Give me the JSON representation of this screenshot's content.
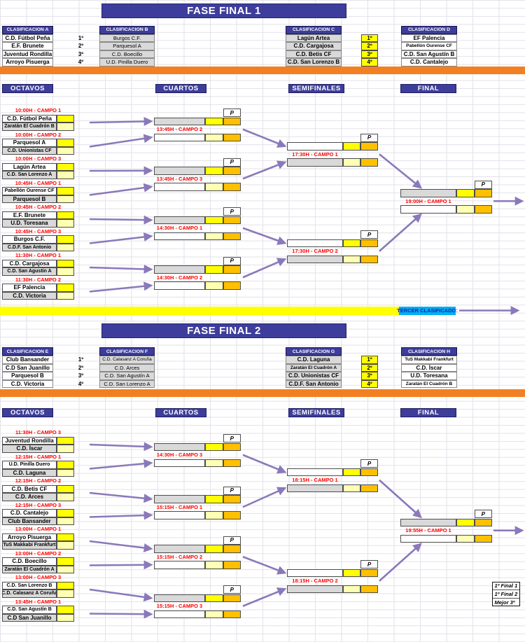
{
  "round_headers": [
    "OCTAVOS",
    "CUARTOS",
    "SEMIFINALES",
    "FINAL"
  ],
  "p_label": "P",
  "legend": {
    "items": [
      "1º Final 1",
      "1º Final 2",
      "Mejor 3º"
    ]
  },
  "fase1": {
    "title": "FASE FINAL 1",
    "tercer_label": "TERCER CLASIFICADO:",
    "classifications": [
      {
        "name": "CLASIFICACION A",
        "row_style": "white",
        "font_style": "bold",
        "pos_style": "plain",
        "teams": [
          "C.D. Fútbol Peña",
          "E.F. Brunete",
          "Juventud Rondilla",
          "Arroyo Pisuerga"
        ],
        "positions": [
          "1º",
          "2º",
          "3º",
          "4º"
        ]
      },
      {
        "name": "CLASIFICACION B",
        "row_style": "gray",
        "font_style": "regular",
        "teams": [
          "Burgos C.F.",
          "Parquesol A",
          "C.D. Boecillo",
          "U.D. Pinilla Duero"
        ]
      },
      {
        "name": "CLASIFICACION C",
        "row_style": "gray",
        "font_style": "bold",
        "pos_style": "yellow",
        "teams": [
          "Lagún Artea",
          "C.D. Cargajosa",
          "C.D. Betis CF",
          "C.D. San Lorenzo B"
        ],
        "positions": [
          "1º",
          "2º",
          "3º",
          "4º"
        ]
      },
      {
        "name": "CLASIFICACION D",
        "row_style": "white",
        "font_style": "bold",
        "teams": [
          "EF Palencia",
          "Pabellón Ourense CF",
          "C.D. San Agustín B",
          "C.D. Cantalejo"
        ]
      }
    ],
    "octavos": [
      {
        "time": "10:00H - CAMPO 1",
        "team1": "C.D. Fútbol Peña",
        "team2": "Zaratán El Cuadrón B"
      },
      {
        "time": "10:00H - CAMPO 2",
        "team1": "Parquesol A",
        "team2": "C.D. Unionistas CF"
      },
      {
        "time": "10:00H - CAMPO 3",
        "team1": "Lagún Artea",
        "team2": "C.D. San Lorenzo A"
      },
      {
        "time": "10:45H - CAMPO 1",
        "team1": "Pabellón Ourense CF",
        "team2": "Parquesol B"
      },
      {
        "time": "10:45H - CAMPO 2",
        "team1": "E.F. Brunete",
        "team2": "U.D. Toresana"
      },
      {
        "time": "10:45H - CAMPO 3",
        "team1": "Burgos C.F.",
        "team2": "C.D.F. San Antonio"
      },
      {
        "time": "11:30H - CAMPO 1",
        "team1": "C.D. Cargajosa",
        "team2": "C.D. San Agustín A"
      },
      {
        "time": "11:30H - CAMPO 2",
        "team1": "EF Palencia",
        "team2": "C.D. Victoria"
      }
    ],
    "cuartos_times": [
      "13:45H - CAMPO 2",
      "13:45H - CAMPO 3",
      "14:30H - CAMPO 1",
      "14:30H - CAMPO 2"
    ],
    "semifinales_times": [
      "17:30H - CAMPO 1",
      "17:30H - CAMPO 2"
    ],
    "final_time": "19:00H - CAMPO 1"
  },
  "fase2": {
    "title": "FASE FINAL 2",
    "classifications": [
      {
        "name": "CLASIFICACION E",
        "row_style": "white",
        "font_style": "bold",
        "pos_style": "plain",
        "teams": [
          "Club Bansander",
          "C.D San Juanillo",
          "Parquesol B",
          "C.D. Victoria"
        ],
        "positions": [
          "1º",
          "2º",
          "3º",
          "4º"
        ]
      },
      {
        "name": "CLASIFICACION F",
        "row_style": "gray",
        "font_style": "regular",
        "teams": [
          "C.D. Calasanz A Coruña",
          "C.D. Arces",
          "C.D. San Agustín A",
          "C.D. San Lorenzo A"
        ]
      },
      {
        "name": "CLASIFICACION G",
        "row_style": "gray",
        "font_style": "bold",
        "pos_style": "yellow",
        "teams": [
          "C.D. Laguna",
          "Zaratán El Cuadrón A",
          "C.D. Unionistas CF",
          "C.D.F. San Antonio"
        ],
        "positions": [
          "1º",
          "2º",
          "3º",
          "4º"
        ]
      },
      {
        "name": "CLASIFICACION H",
        "row_style": "white",
        "font_style": "bold",
        "teams": [
          "TuS Makkabi Frankfurt",
          "C.D. Íscar",
          "U.D. Toresana",
          "Zaratán El Cuadrón B"
        ]
      }
    ],
    "octavos": [
      {
        "time": "11:30H - CAMPO 3",
        "team1": "Juventud Rondilla",
        "team2": "C.D. Íscar"
      },
      {
        "time": "12:15H - CAMPO 1",
        "team1": "U.D. Pinilla Duero",
        "team2": "C.D. Laguna"
      },
      {
        "time": "12:15H - CAMPO 2",
        "team1": "C.D. Betis CF",
        "team2": "C.D. Arces"
      },
      {
        "time": "12:15H - CAMPO 3",
        "team1": "C.D. Cantalejo",
        "team2": "Club Bansander"
      },
      {
        "time": "13:00H - CAMPO 1",
        "team1": "Arroyo Pisuerga",
        "team2": "TuS Makkabi Frankfurt"
      },
      {
        "time": "13:00H - CAMPO 2",
        "team1": "C.D. Boecillo",
        "team2": "Zaratán El Cuadrón A"
      },
      {
        "time": "13:00H - CAMPO 3",
        "team1": "C.D. San Lorenzo B",
        "team2": "C.D. Calasanz A Coruña"
      },
      {
        "time": "13:45H - CAMPO 1",
        "team1": "C.D. San Agustín B",
        "team2": "C.D San Juanillo"
      }
    ],
    "cuartos_times": [
      "14:30H - CAMPO 3",
      "15:15H - CAMPO 1",
      "15:15H - CAMPO 2",
      "15:15H - CAMPO 3"
    ],
    "semifinales_times": [
      "18:15H - CAMPO 1",
      "18:15H - CAMPO 2"
    ],
    "final_time": "19:55H - CAMPO 1"
  },
  "colors": {
    "header_blue": "#3d3d9c",
    "orange": "#f28022",
    "bright_yellow": "#ffff00",
    "pale_yellow": "#ffffb3",
    "score_orange": "#ffc000",
    "gray_cell": "#d9d9d9",
    "arrow_purple": "#8a79ba",
    "time_red": "#ff0000",
    "cyan": "#00b0f0"
  }
}
